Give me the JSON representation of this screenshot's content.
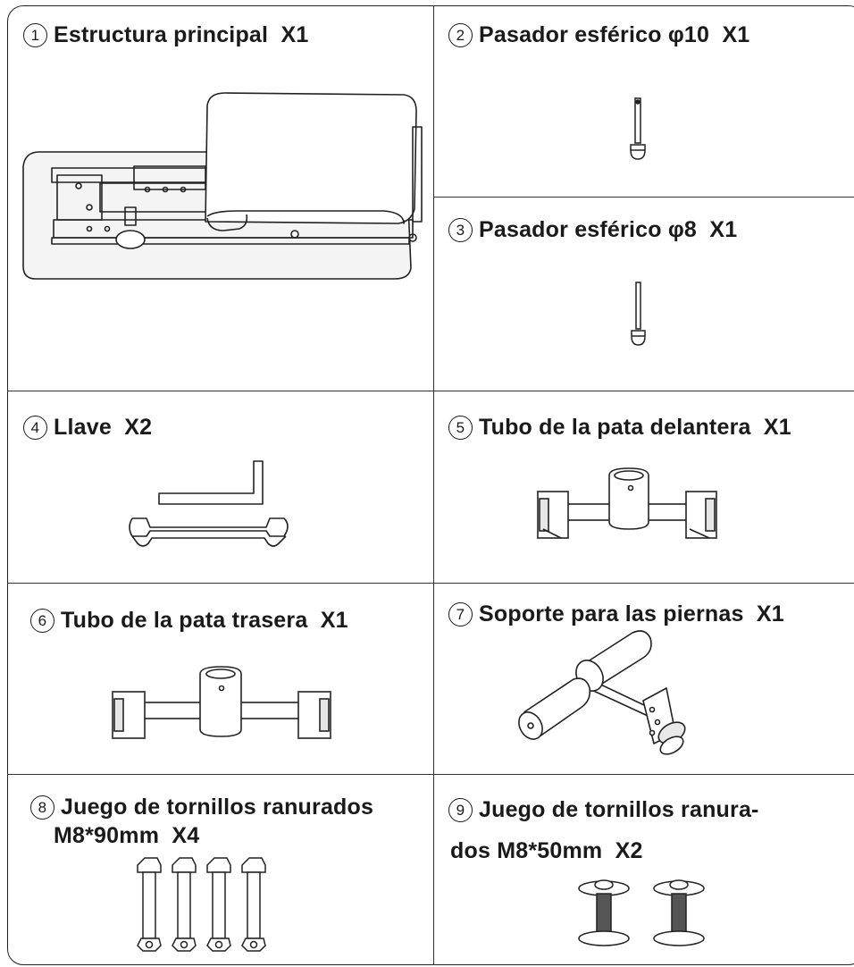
{
  "parts": [
    {
      "num": "1",
      "name": "Estructura principal",
      "qty": "X1"
    },
    {
      "num": "2",
      "name": "Pasador esférico φ10",
      "qty": "X1"
    },
    {
      "num": "3",
      "name": "Pasador esférico φ8",
      "qty": "X1"
    },
    {
      "num": "4",
      "name": "Llave",
      "qty": "X2"
    },
    {
      "num": "5",
      "name": "Tubo de la pata delantera",
      "qty": "X1"
    },
    {
      "num": "6",
      "name": "Tubo de la pata trasera",
      "qty": "X1"
    },
    {
      "num": "7",
      "name": "Soporte para las piernas",
      "qty": "X1"
    },
    {
      "num": "8",
      "name": "Juego de tornillos ranurados",
      "name_line2": "M8*90mm",
      "qty": "X4"
    },
    {
      "num": "9",
      "name": "Juego de tornillos ranura-",
      "name_line2": "dos M8*50mm",
      "qty": "X2"
    }
  ]
}
